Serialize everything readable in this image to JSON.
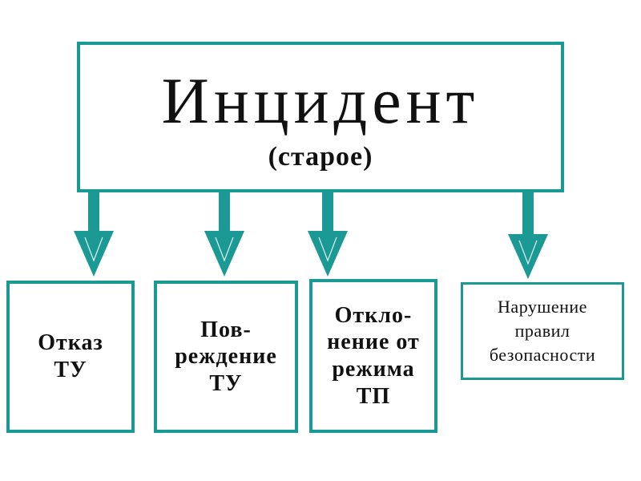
{
  "root": {
    "title": "Инцидент",
    "subtitle": "(старое)"
  },
  "children": [
    {
      "lines": [
        "Отказ",
        "ТУ"
      ]
    },
    {
      "lines": [
        "Пов-",
        "реждение",
        "ТУ"
      ]
    },
    {
      "lines": [
        "Откло-",
        "нение от",
        "режима",
        "ТП"
      ]
    },
    {
      "lines": [
        "Нарушение",
        "правил",
        "безопасности"
      ]
    }
  ],
  "colors": {
    "accent": "#1a9995",
    "text": "#111111",
    "background": "#ffffff"
  }
}
